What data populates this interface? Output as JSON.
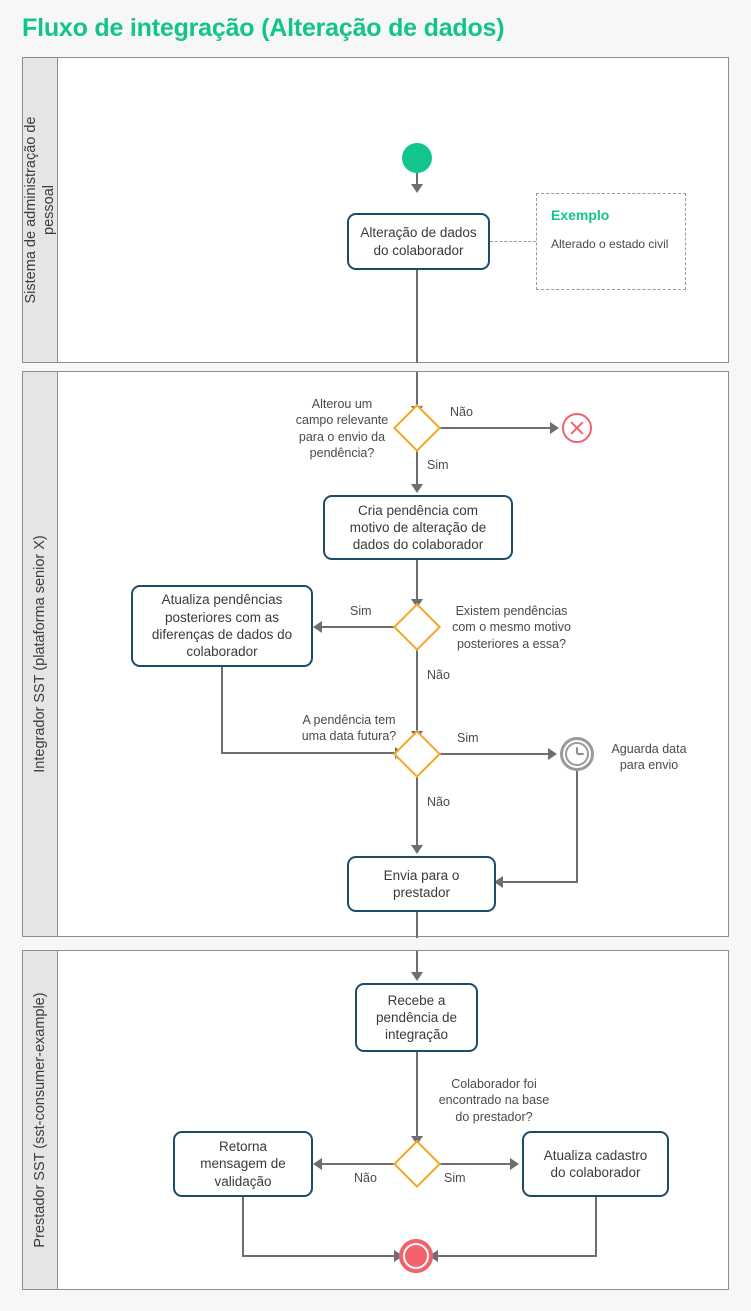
{
  "page": {
    "title": "Fluxo de integração (Alteração de dados)",
    "background_color": "#f7f7f7",
    "accent_color": "#12c48b",
    "task_border_color": "#1b4d69",
    "gateway_color": "#f5a623",
    "error_color": "#f4606c",
    "connector_color": "#6e6e6e"
  },
  "lanes": [
    {
      "id": "lane-admin",
      "label": "Sistema de administração de\npessoal"
    },
    {
      "id": "lane-integrador",
      "label": "Integrador SST (plataforma senior X)"
    },
    {
      "id": "lane-prestador",
      "label": "Prestador SST (sst-consumer-example)"
    }
  ],
  "lane1": {
    "start_event": "start-event",
    "task_alteracao": "Alteração de dados\ndo colaborador",
    "annotation": {
      "title": "Exemplo",
      "text": "Alterado o estado civil"
    }
  },
  "lane2": {
    "gateway1_label": "Alterou um\ncampo relevante\npara o envio da\npendência?",
    "gateway1_no": "Não",
    "gateway1_yes": "Sim",
    "error_event": "error-end-event",
    "task_cria": "Cria pendência com\nmotivo de alteração de\ndados do colaborador",
    "gateway2_label": "Existem pendências\ncom o mesmo motivo\nposteriores a essa?",
    "gateway2_yes": "Sim",
    "gateway2_no": "Não",
    "task_atualiza": "Atualiza pendências\nposteriores com as\ndiferenças de dados do\ncolaborador",
    "gateway3_label": "A pendência tem\numa data futura?",
    "gateway3_yes": "Sim",
    "gateway3_no": "Não",
    "timer_label": "Aguarda data\npara envio",
    "task_envia": "Envia para o\nprestador"
  },
  "lane3": {
    "task_recebe": "Recebe a\npendência de\nintegração",
    "gateway4_label": "Colaborador foi\nencontrado na base\ndo prestador?",
    "gateway4_no": "Não",
    "gateway4_yes": "Sim",
    "task_retorna": "Retorna\nmensagem de\nvalidação",
    "task_atualiza_cadastro": "Atualiza cadastro\ndo colaborador",
    "end_event": "end-event"
  }
}
